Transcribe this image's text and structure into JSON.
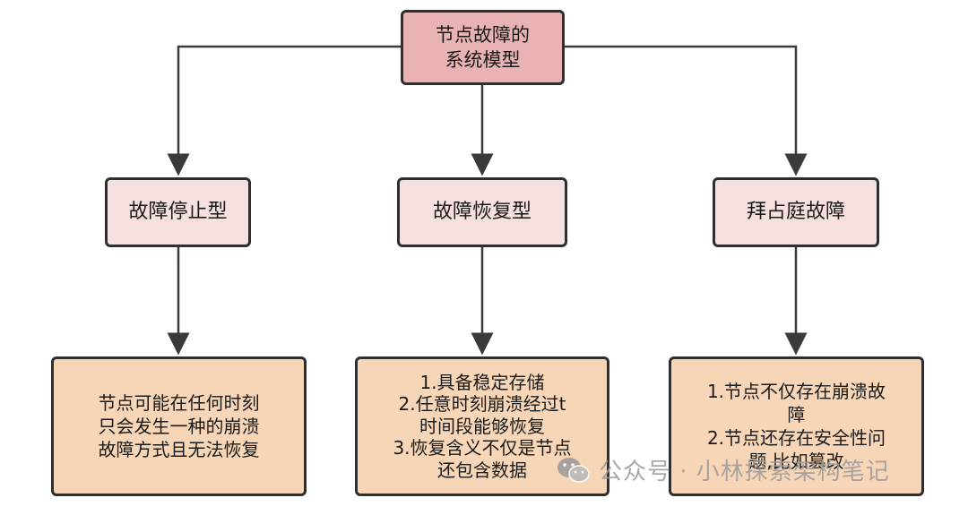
{
  "root": {
    "lines": [
      "节点故障的",
      "系统模型"
    ]
  },
  "categories": [
    {
      "label": "故障停止型"
    },
    {
      "label": "故障恢复型"
    },
    {
      "label": "拜占庭故障"
    }
  ],
  "details": [
    {
      "lines": [
        "节点可能在任何时刻",
        "只会发生一种的崩溃",
        "故障方式且无法恢复"
      ]
    },
    {
      "lines": [
        "1.具备稳定存储",
        "2.任意时刻崩溃经过t",
        "时间段能够恢复",
        "3.恢复含义不仅是节点",
        "还包含数据"
      ]
    },
    {
      "lines": [
        "1.节点不仅存在崩溃故",
        "障",
        "2.节点还存在安全性问",
        "题,比如篡改"
      ]
    }
  ],
  "watermark": {
    "text": "公众号 · 小林探索架构笔记",
    "icon": "wechat-icon"
  },
  "colors": {
    "root_fill": "#eab3b3",
    "category_fill": "#f6dfdf",
    "detail_fill": "#f7d6b7",
    "stroke": "#2f2f2f"
  }
}
